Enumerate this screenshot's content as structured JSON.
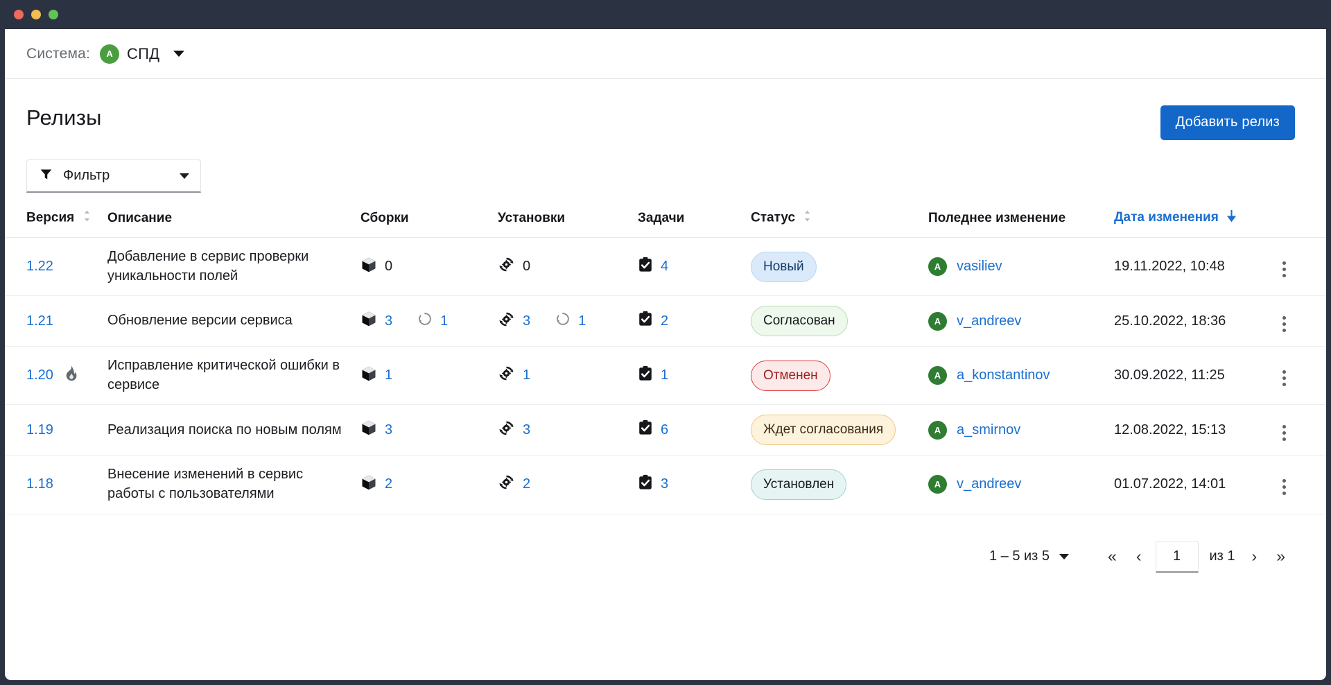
{
  "window": {
    "traffic_lights": [
      "close",
      "minimize",
      "maximize"
    ]
  },
  "sysbar": {
    "label": "Система:",
    "avatar_initial": "А",
    "system_name": "СПД",
    "dropdown_icon": "chevron-down-icon"
  },
  "header": {
    "title": "Релизы",
    "add_button": "Добавить релиз",
    "add_button_color": "#1267c8"
  },
  "filter": {
    "icon": "funnel-icon",
    "label": "Фильтр",
    "caret_icon": "chevron-down-icon"
  },
  "table": {
    "columns": [
      {
        "key": "version",
        "label": "Версия",
        "sort": "both"
      },
      {
        "key": "desc",
        "label": "Описание",
        "sort": "none"
      },
      {
        "key": "builds",
        "label": "Сборки",
        "sort": "none"
      },
      {
        "key": "installs",
        "label": "Установки",
        "sort": "none"
      },
      {
        "key": "tasks",
        "label": "Задачи",
        "sort": "none"
      },
      {
        "key": "status",
        "label": "Статус",
        "sort": "both"
      },
      {
        "key": "user",
        "label": "Поледнее изменение",
        "sort": "none"
      },
      {
        "key": "date",
        "label": "Дата изменения",
        "sort": "desc"
      }
    ],
    "rows": [
      {
        "version": "1.22",
        "hotfix": false,
        "description": "Добавление в сервис проверки уникальности полей",
        "builds": {
          "done": "0",
          "pending": null
        },
        "installs": {
          "done": "0",
          "pending": null
        },
        "tasks": "4",
        "status": {
          "label": "Новый",
          "bg": "#dbeafa",
          "border": "#b8d7f2",
          "text": "#123c6b"
        },
        "user": {
          "initial": "А",
          "name": "vasiliev"
        },
        "date": "19.11.2022, 10:48"
      },
      {
        "version": "1.21",
        "hotfix": false,
        "description": "Обновление версии сервиса",
        "builds": {
          "done": "3",
          "pending": "1"
        },
        "installs": {
          "done": "3",
          "pending": "1"
        },
        "tasks": "2",
        "status": {
          "label": "Согласован",
          "bg": "#eef8ec",
          "border": "#b6ddb0",
          "text": "#16181c"
        },
        "user": {
          "initial": "А",
          "name": "v_andreev"
        },
        "date": "25.10.2022, 18:36"
      },
      {
        "version": "1.20",
        "hotfix": true,
        "description": "Исправление критической ошибки в сервисе",
        "builds": {
          "done": "1",
          "pending": null
        },
        "installs": {
          "done": "1",
          "pending": null
        },
        "tasks": "1",
        "status": {
          "label": "Отменен",
          "bg": "#fce9e9",
          "border": "#d9403f",
          "text": "#9c2020"
        },
        "user": {
          "initial": "А",
          "name": "a_konstantinov"
        },
        "date": "30.09.2022, 11:25"
      },
      {
        "version": "1.19",
        "hotfix": false,
        "description": "Реализация поиска по новым полям",
        "builds": {
          "done": "3",
          "pending": null
        },
        "installs": {
          "done": "3",
          "pending": null
        },
        "tasks": "6",
        "status": {
          "label": "Ждет согласования",
          "bg": "#fdf3dd",
          "border": "#edc97e",
          "text": "#3b2d10"
        },
        "user": {
          "initial": "А",
          "name": "a_smirnov"
        },
        "date": "12.08.2022, 15:13"
      },
      {
        "version": "1.18",
        "hotfix": false,
        "description": "Внесение изменений в сервис работы с пользователями",
        "builds": {
          "done": "2",
          "pending": null
        },
        "installs": {
          "done": "2",
          "pending": null
        },
        "tasks": "3",
        "status": {
          "label": "Установлен",
          "bg": "#e6f5f4",
          "border": "#9bd3cf",
          "text": "#16181c"
        },
        "user": {
          "initial": "А",
          "name": "v_andreev"
        },
        "date": "01.07.2022, 14:01"
      }
    ],
    "row_menu_icon": "kebab-menu-icon"
  },
  "pagination": {
    "range": "1 – 5 из 5",
    "range_caret": "chevron-down-icon",
    "first": "«",
    "prev": "‹",
    "page_value": "1",
    "of_label": "из 1",
    "next": "›",
    "last": "»"
  },
  "icons": {
    "build": "package-box-icon",
    "install": "deploy-refresh-gear-icon",
    "task": "clipboard-check-icon",
    "pending": "spinner-pending-icon",
    "hotfix": "flame-icon"
  },
  "colors": {
    "link": "#1a6fd0",
    "accent": "#1267c8",
    "avatar_green": "#2e7d32",
    "chrome": "#2b3342"
  }
}
